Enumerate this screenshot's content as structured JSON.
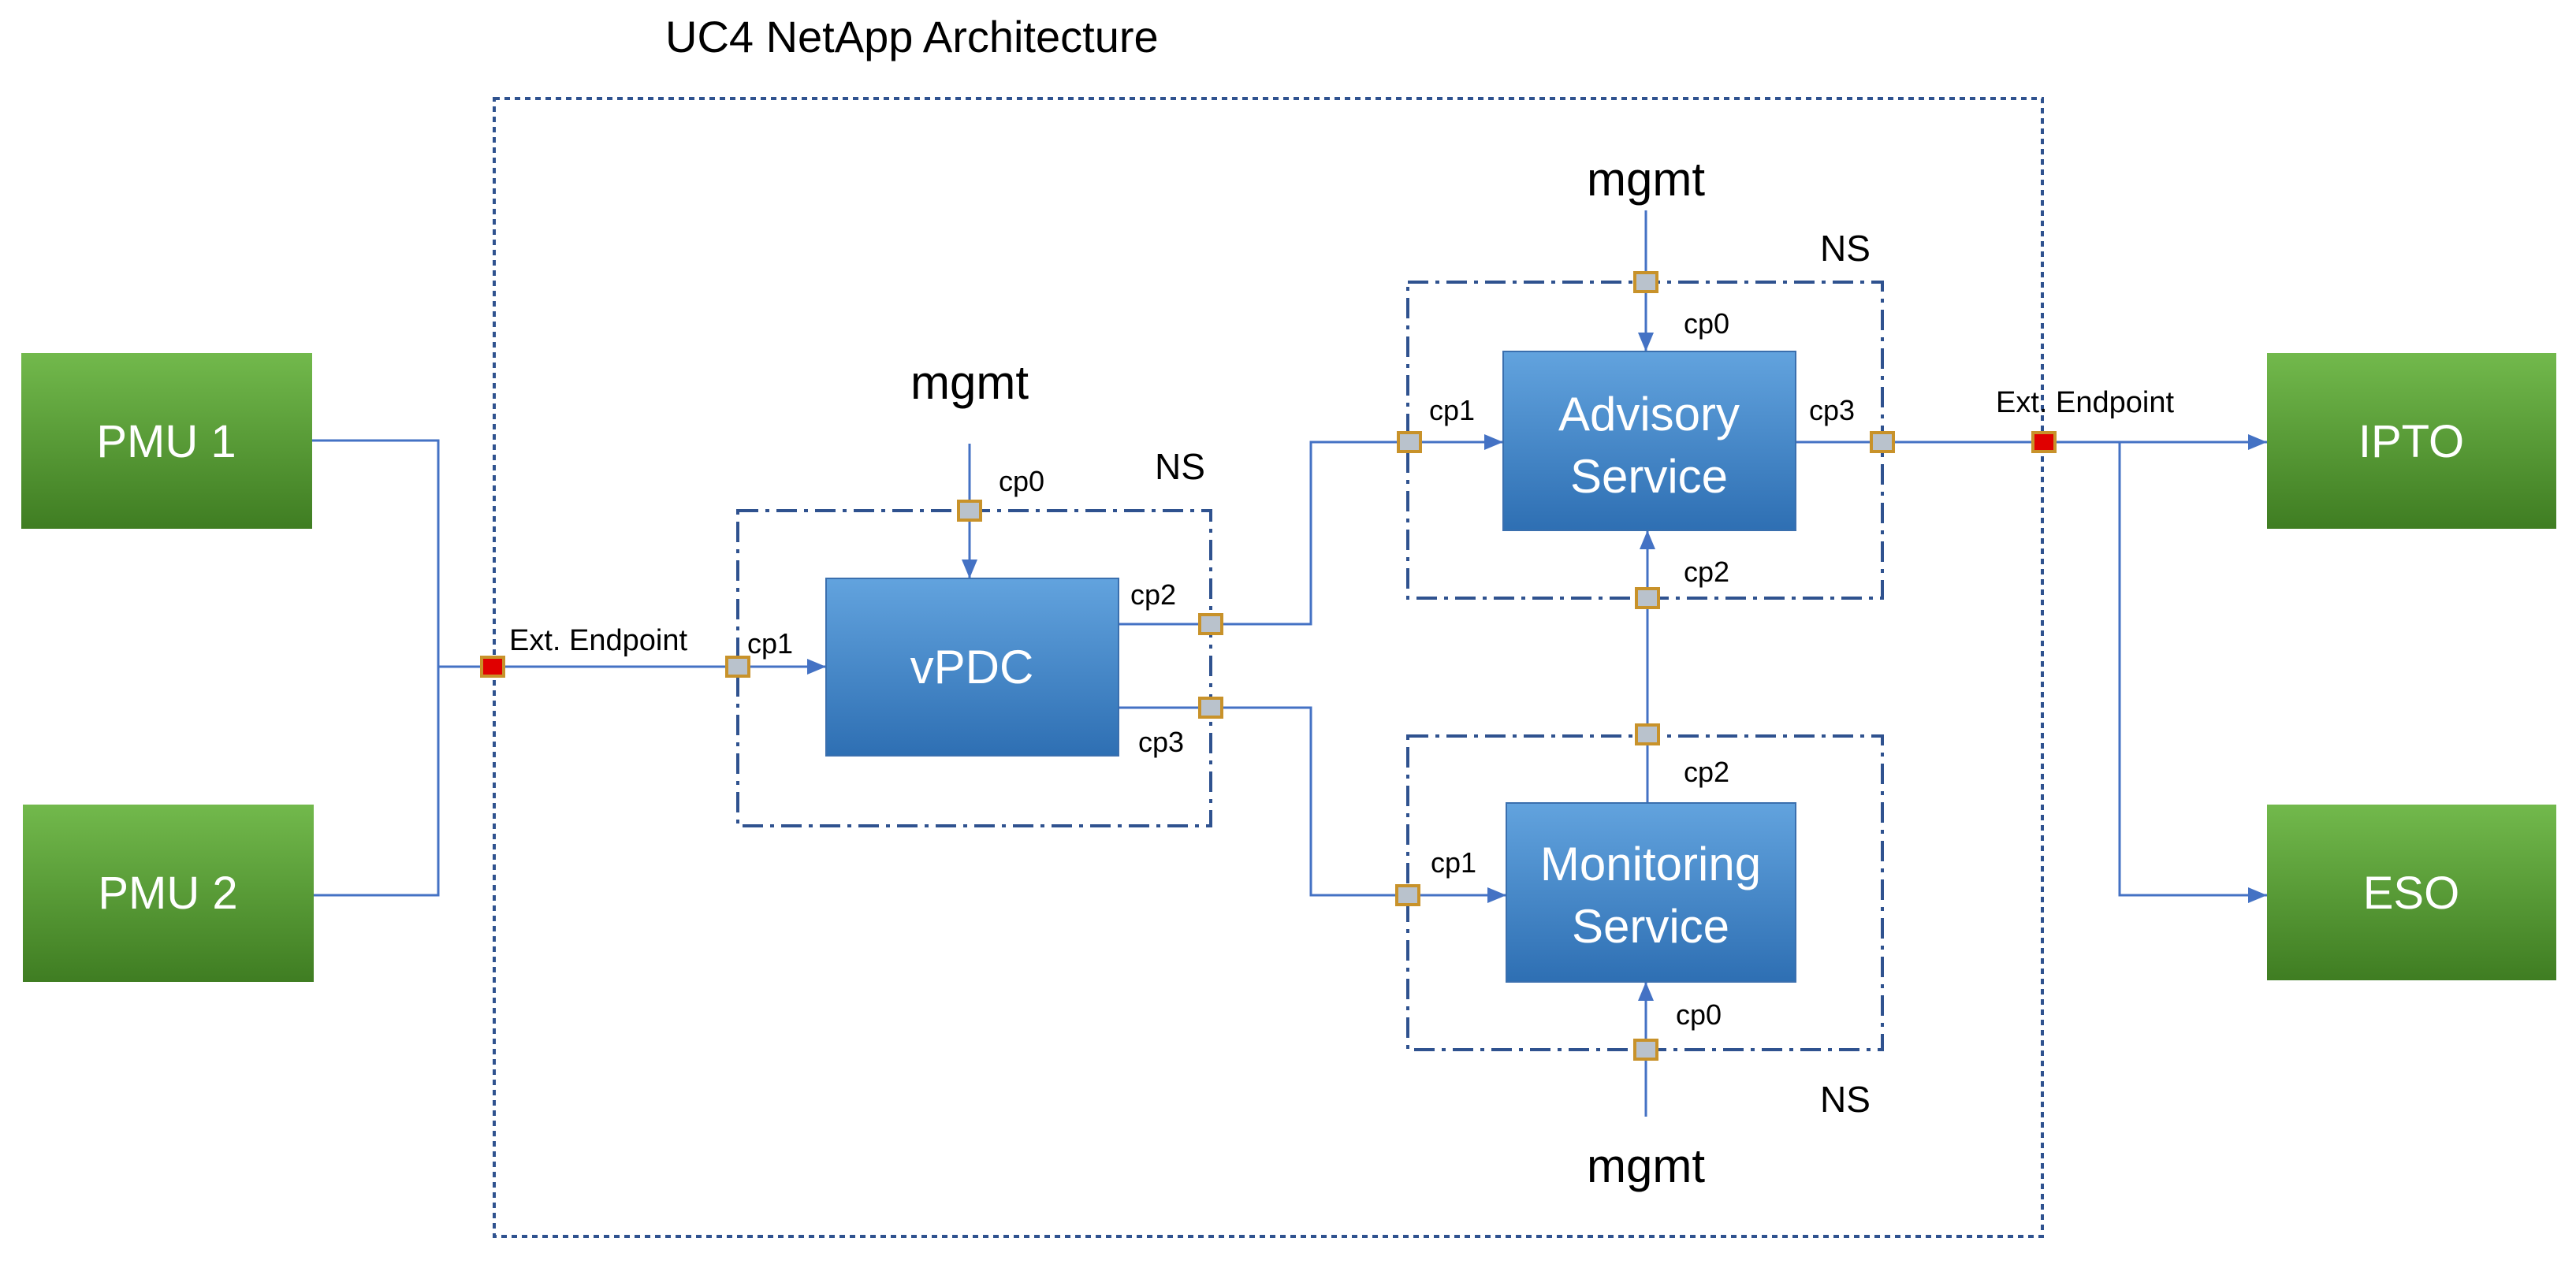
{
  "title": "UC4 NetApp Architecture",
  "colors": {
    "connector": "#4472c4",
    "ns_border": "#2f528f",
    "external_box_top": "#72b94c",
    "external_box_bottom": "#3f7d22",
    "vnf_box_top": "#62a3de",
    "vnf_box_bottom": "#2e6fb3",
    "port_fill": "#b9c2cc",
    "port_border": "#c8922a",
    "endpoint_fill": "#e00000",
    "label_text": "#000000",
    "box_text": "#ffffff"
  },
  "external_systems": {
    "pmu1": "PMU 1",
    "pmu2": "PMU 2",
    "ipto": "IPTO",
    "eso": "ESO"
  },
  "endpoints": {
    "input_label": "Ext. Endpoint",
    "output_label": "Ext. Endpoint"
  },
  "ns_vpdc": {
    "ns_label": "NS",
    "mgmt_label": "mgmt",
    "vnf_name": "vPDC",
    "cp0": "cp0",
    "cp1": "cp1",
    "cp2": "cp2",
    "cp3": "cp3"
  },
  "ns_advisory": {
    "ns_label": "NS",
    "mgmt_label": "mgmt",
    "vnf_name_line1": "Advisory",
    "vnf_name_line2": "Service",
    "cp0": "cp0",
    "cp1": "cp1",
    "cp2": "cp2",
    "cp3": "cp3"
  },
  "ns_monitoring": {
    "ns_label": "NS",
    "mgmt_label": "mgmt",
    "vnf_name_line1": "Monitoring",
    "vnf_name_line2": "Service",
    "cp0": "cp0",
    "cp1": "cp1",
    "cp2": "cp2"
  }
}
